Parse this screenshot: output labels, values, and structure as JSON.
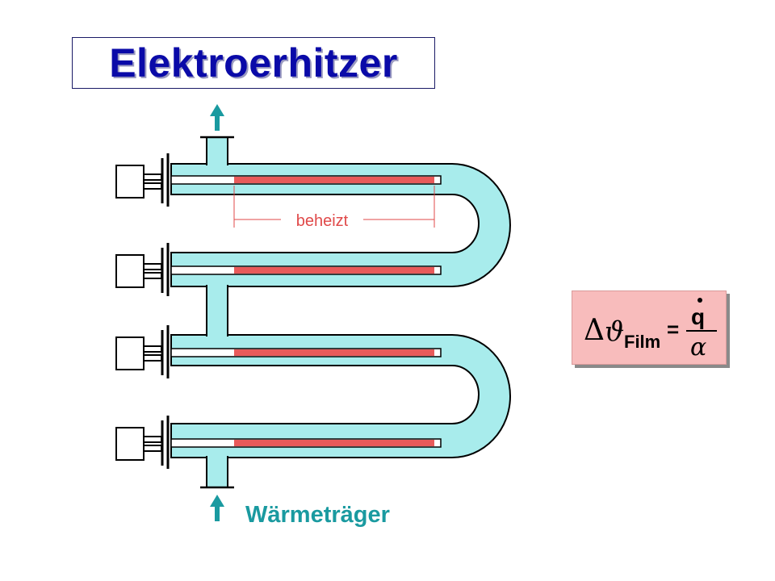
{
  "title": "Elektroerhitzer",
  "labels": {
    "heated_section": "beheizt",
    "heat_carrier": "Wärmeträger"
  },
  "formula": {
    "delta": "Δ",
    "theta": "ϑ",
    "subscript": "Film",
    "equals": "=",
    "numerator": "q",
    "denominator": "α"
  },
  "colors": {
    "fluid": "#a8ecec",
    "heater": "#e85a5a",
    "arrow": "#1a9aa0",
    "label_heated": "#e04a4a",
    "title": "#0a0aa8",
    "formula_bg": "#f8bcbc"
  }
}
